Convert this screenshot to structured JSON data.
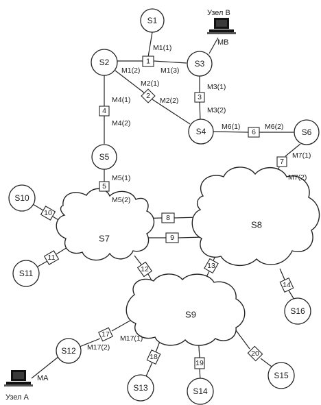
{
  "nodes": {
    "s1": "S1",
    "s2": "S2",
    "s3": "S3",
    "s4": "S4",
    "s5": "S5",
    "s6": "S6",
    "s7": "S7",
    "s8": "S8",
    "s9": "S9",
    "s10": "S10",
    "s11": "S11",
    "s12": "S12",
    "s13": "S13",
    "s14": "S14",
    "s15": "S15",
    "s16": "S16"
  },
  "boxes": {
    "b1": "1",
    "b2": "2",
    "b3": "3",
    "b4": "4",
    "b5": "5",
    "b6": "6",
    "b7": "7",
    "b8": "8",
    "b9": "9",
    "b10": "10",
    "b11": "11",
    "b12": "12",
    "b13": "13",
    "b14": "14",
    "b17": "17",
    "b18": "18",
    "b19": "19",
    "b20": "20"
  },
  "ports": {
    "m1_1": "M1(1)",
    "m1_2": "M1(2)",
    "m1_3": "M1(3)",
    "m2_1": "M2(1)",
    "m2_2": "M2(2)",
    "m3_1": "M3(1)",
    "m3_2": "M3(2)",
    "m4_1": "M4(1)",
    "m4_2": "M4(2)",
    "m5_1": "M5(1)",
    "m5_2": "M5(2)",
    "m6_1": "M6(1)",
    "m6_2": "M6(2)",
    "m7_1": "M7(1)",
    "m7_2": "M7(2)",
    "m17_1": "M17(1)",
    "m17_2": "M17(2)"
  },
  "hosts": {
    "b": {
      "name": "Узел В",
      "mac": "MB"
    },
    "a": {
      "name": "Узел А",
      "mac": "MA"
    }
  }
}
